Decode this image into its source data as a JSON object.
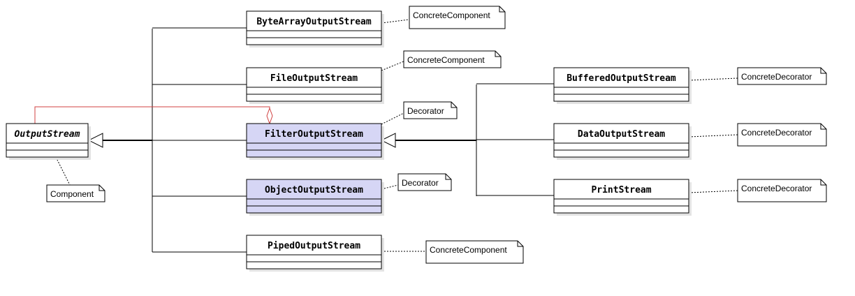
{
  "colors": {
    "class_fill": "#ffffff",
    "decorator_fill": "#d6d6f5",
    "line": "#000000",
    "aggregation": "#d04040",
    "shadow": "#e3e3e3"
  },
  "classes": [
    {
      "id": "OutputStream",
      "label": "OutputStream",
      "abstract": true,
      "highlight": false
    },
    {
      "id": "ByteArrayOutputStream",
      "label": "ByteArrayOutputStream",
      "abstract": false,
      "highlight": false
    },
    {
      "id": "FileOutputStream",
      "label": "FileOutputStream",
      "abstract": false,
      "highlight": false
    },
    {
      "id": "FilterOutputStream",
      "label": "FilterOutputStream",
      "abstract": false,
      "highlight": true
    },
    {
      "id": "ObjectOutputStream",
      "label": "ObjectOutputStream",
      "abstract": false,
      "highlight": true
    },
    {
      "id": "PipedOutputStream",
      "label": "PipedOutputStream",
      "abstract": false,
      "highlight": false
    },
    {
      "id": "BufferedOutputStream",
      "label": "BufferedOutputStream",
      "abstract": false,
      "highlight": false
    },
    {
      "id": "DataOutputStream",
      "label": "DataOutputStream",
      "abstract": false,
      "highlight": false
    },
    {
      "id": "PrintStream",
      "label": "PrintStream",
      "abstract": false,
      "highlight": false
    }
  ],
  "notes": [
    {
      "id": "n-byte",
      "text": "ConcreteComponent",
      "target": "ByteArrayOutputStream"
    },
    {
      "id": "n-file",
      "text": "ConcreteComponent",
      "target": "FileOutputStream"
    },
    {
      "id": "n-filter",
      "text": "Decorator",
      "target": "FilterOutputStream"
    },
    {
      "id": "n-object",
      "text": "Decorator",
      "target": "ObjectOutputStream"
    },
    {
      "id": "n-piped",
      "text": "ConcreteComponent",
      "target": "PipedOutputStream"
    },
    {
      "id": "n-output",
      "text": "Component",
      "target": "OutputStream"
    },
    {
      "id": "n-buffered",
      "text": "ConcreteDecorator",
      "target": "BufferedOutputStream"
    },
    {
      "id": "n-data",
      "text": "ConcreteDecorator",
      "target": "DataOutputStream"
    },
    {
      "id": "n-print",
      "text": "ConcreteDecorator",
      "target": "PrintStream"
    }
  ],
  "generalizations": [
    {
      "parent": "OutputStream",
      "children": [
        "ByteArrayOutputStream",
        "FileOutputStream",
        "FilterOutputStream",
        "ObjectOutputStream",
        "PipedOutputStream"
      ]
    },
    {
      "parent": "FilterOutputStream",
      "children": [
        "BufferedOutputStream",
        "DataOutputStream",
        "PrintStream"
      ]
    }
  ],
  "aggregations": [
    {
      "whole": "FilterOutputStream",
      "part": "OutputStream"
    }
  ]
}
